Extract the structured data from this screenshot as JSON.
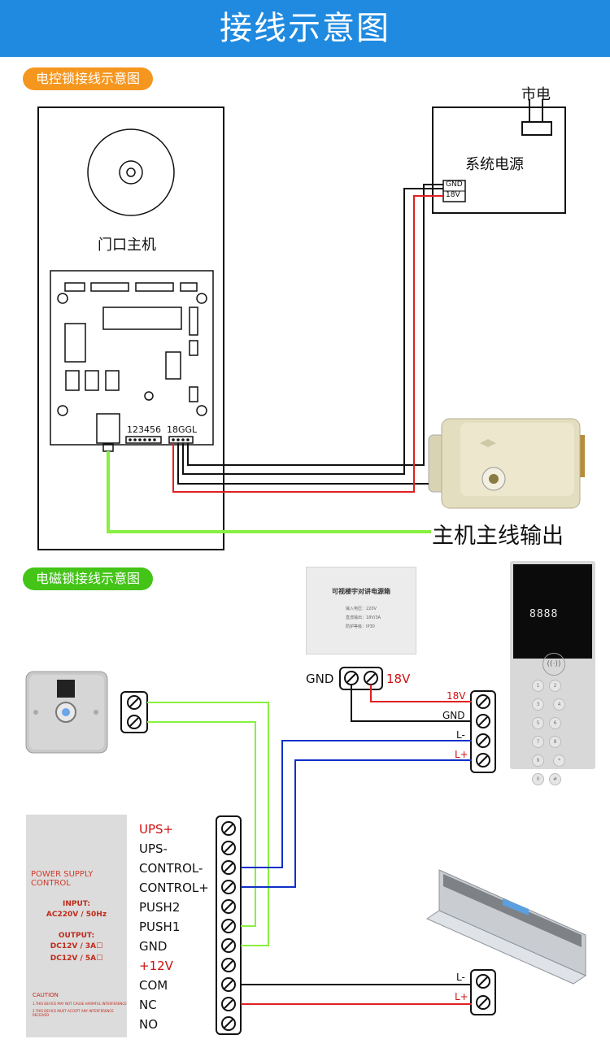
{
  "header": {
    "title": "接线示意图"
  },
  "section1": {
    "pill": "电控锁接线示意图",
    "host_label": "门口主机",
    "mains_label": "市电",
    "power_label": "系统电源",
    "gnd_tag": "GND",
    "v18_tag": "18V",
    "pins1": "123456",
    "pins2": "18GGL",
    "output_label": "主机主线输出"
  },
  "section2": {
    "pill": "电磁锁接线示意图",
    "psu_title": "可视楼宇对讲电源箱",
    "psu_rows": [
      "输入电压：220V",
      "直流输出：18V/3A",
      "防护等级：IP30"
    ],
    "gnd_label": "GND",
    "v18_label": "18V",
    "panel_terms": [
      "18V",
      "GND",
      "L-",
      "L+"
    ],
    "panel_digits": "8888",
    "terminal_labels": [
      "UPS+",
      "UPS-",
      "CONTROL-",
      "CONTROL+",
      "PUSH2",
      "PUSH1",
      "GND",
      "+12V",
      "COM",
      "NC",
      "NO"
    ],
    "lock_terms": [
      "L-",
      "L+"
    ],
    "ps_control": {
      "title": "POWER SUPPLY CONTROL",
      "input_label": "INPUT:",
      "input_value": "AC220V / 50Hz",
      "output_label": "OUTPUT:",
      "output_1": "DC12V / 3A☐",
      "output_2": "DC12V / 5A☐",
      "caution": "CAUTION",
      "caution_1": "1.THIS DEVICE MAY NOT CAUSE HARMFUL INTERFERENCE",
      "caution_2": "2.THIS DEVICE MUST ACCEPT ANY INTERFERENCE RECEIVED"
    }
  },
  "colors": {
    "header": "#1f8ae0",
    "pill_orange": "#f5961e",
    "pill_green": "#43c417",
    "wire_red": "#e02020",
    "wire_blue": "#1030c8",
    "wire_green": "#88f040",
    "label_red": "#d01010"
  }
}
